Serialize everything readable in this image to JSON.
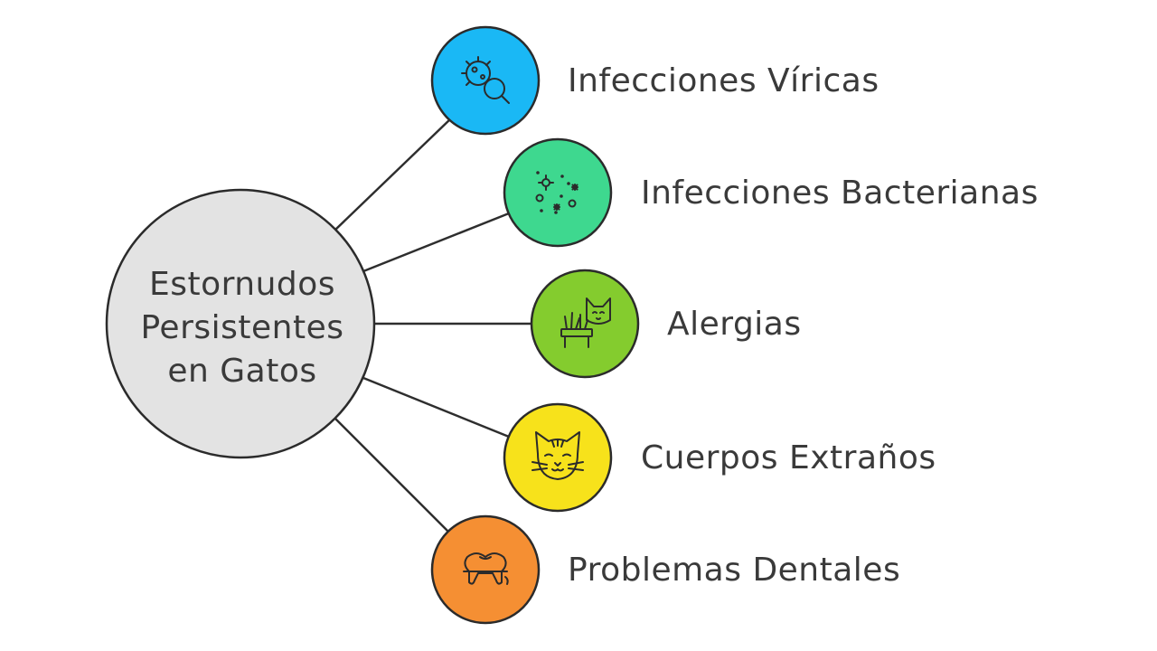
{
  "center": {
    "lines": [
      "Estornudos",
      "Persistentes",
      "en Gatos"
    ]
  },
  "colors": {
    "center_fill": "#e3e3e3",
    "outline": "#2b2b2b",
    "text": "#3a3a3a"
  },
  "branches": [
    {
      "label": "Infecciones Víricas",
      "color": "#1ab8f5",
      "icon": "virus-search-icon"
    },
    {
      "label": "Infecciones Bacterianas",
      "color": "#3ed88f",
      "icon": "bacteria-icon"
    },
    {
      "label": "Alergias",
      "color": "#84cc2e",
      "icon": "cat-grass-icon"
    },
    {
      "label": "Cuerpos Extraños",
      "color": "#f7e21b",
      "icon": "cat-face-icon"
    },
    {
      "label": "Problemas Dentales",
      "color": "#f58f33",
      "icon": "tooth-icon"
    }
  ]
}
